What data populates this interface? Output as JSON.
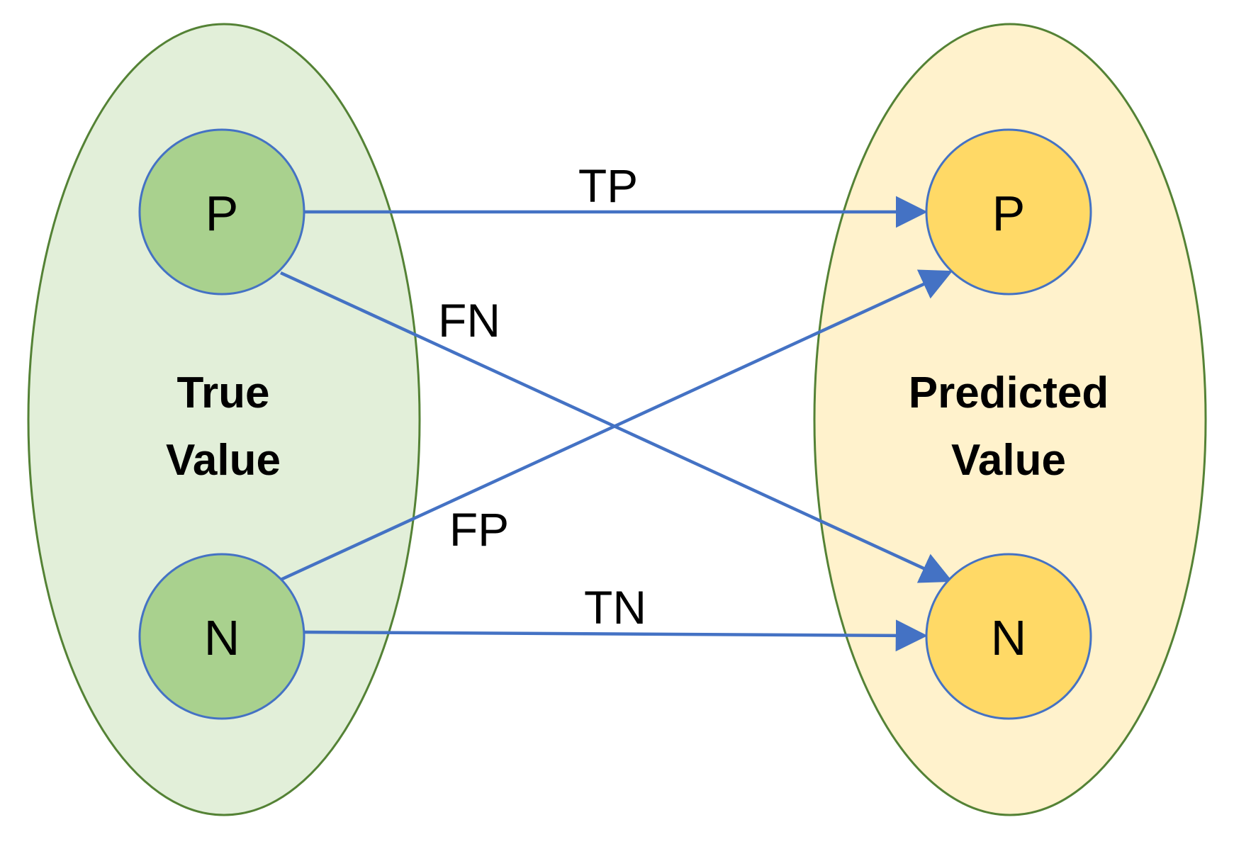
{
  "colors": {
    "left_group_fill": "#e2efd9",
    "left_group_stroke": "#548235",
    "right_group_fill": "#fff2cc",
    "right_group_stroke": "#548235",
    "true_node_fill": "#a9d18e",
    "predicted_node_fill": "#ffd966",
    "node_stroke": "#4472c4",
    "arrow": "#4472c4",
    "text": "#000000"
  },
  "groups": {
    "true_value": {
      "title_line1": "True",
      "title_line2": "Value",
      "nodes": {
        "positive": "P",
        "negative": "N"
      }
    },
    "predicted_value": {
      "title_line1": "Predicted",
      "title_line2": "Value",
      "nodes": {
        "positive": "P",
        "negative": "N"
      }
    }
  },
  "edges": {
    "tp": "TP",
    "fn": "FN",
    "fp": "FP",
    "tn": "TN"
  }
}
